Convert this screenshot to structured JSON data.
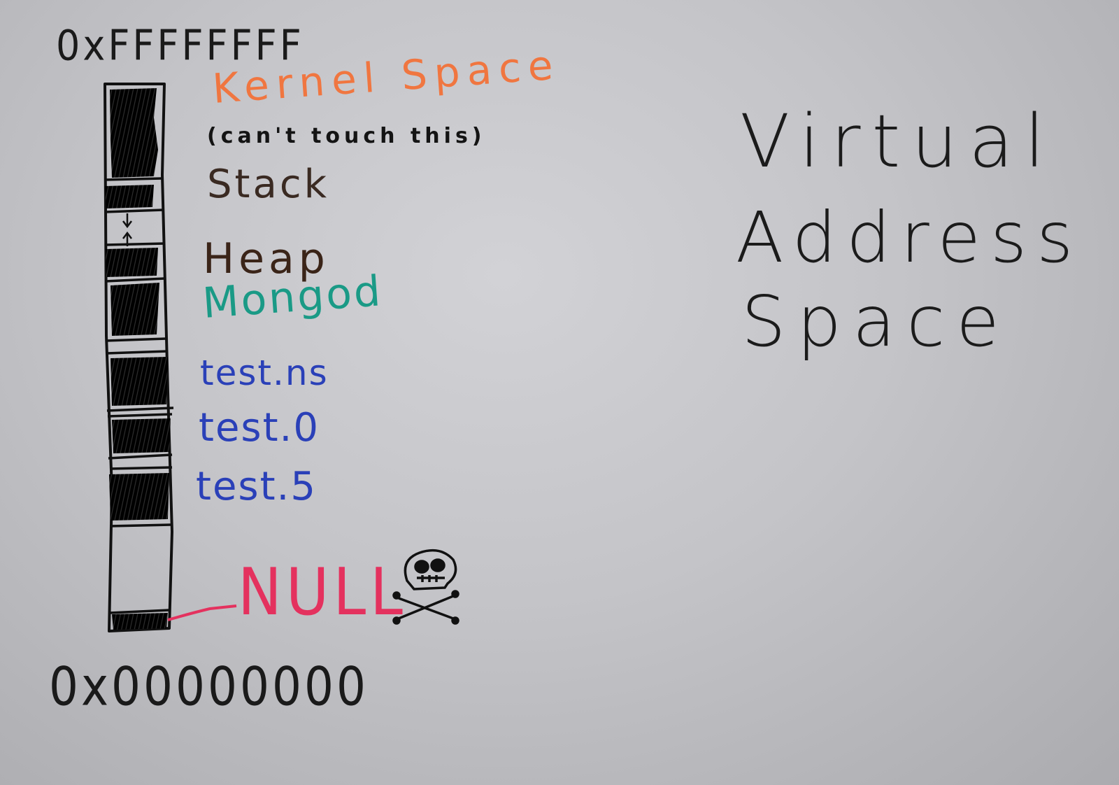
{
  "addresses": {
    "top": "0xFFFFFFFF",
    "bottom": "0x00000000"
  },
  "segments": [
    {
      "label": "Kernel Space",
      "color": "#f07640"
    },
    {
      "label": "(can't touch this)",
      "color": "#141414"
    },
    {
      "label": "Stack",
      "color": "#3a2a22"
    },
    {
      "label": "Heap",
      "color": "#3a2418"
    },
    {
      "label": "Mongod",
      "color": "#1a9a86"
    },
    {
      "label": "test.ns",
      "color": "#2a40b8"
    },
    {
      "label": "test.0",
      "color": "#2a40b8"
    },
    {
      "label": "test.5",
      "color": "#2a40b8"
    },
    {
      "label": "NULL",
      "color": "#e4315e"
    }
  ],
  "title": [
    "Virtual",
    "Address",
    "Space"
  ],
  "icons": {
    "null_marker": "skull-crossbones-icon",
    "growth_arrows": [
      "arrow-down-icon",
      "arrow-up-icon"
    ]
  },
  "colors": {
    "board": "#c8c8cc",
    "ink": "#1b1b1b"
  }
}
